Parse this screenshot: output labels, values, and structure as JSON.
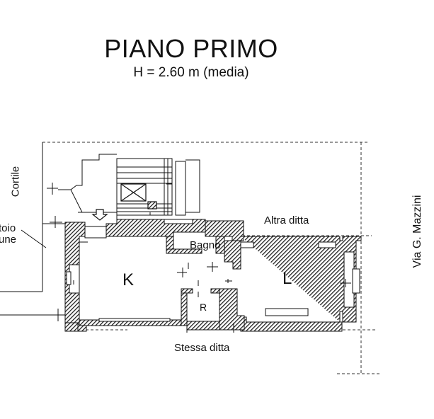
{
  "title": "PIANO PRIMO",
  "subtitle": "H = 2.60 m (media)",
  "rooms": {
    "k": "K",
    "l": "L",
    "bagno": "Bagno",
    "r": "R"
  },
  "neighbours": {
    "north_east": "Altra ditta",
    "south": "Stessa ditta",
    "west": "Cortile",
    "east_street": "Via  G. Mazzini"
  },
  "left_fragment": {
    "line1": "toio",
    "line2": "une"
  },
  "colors": {
    "line": "#111111",
    "wall_hatch": "#222222",
    "background": "#ffffff"
  }
}
